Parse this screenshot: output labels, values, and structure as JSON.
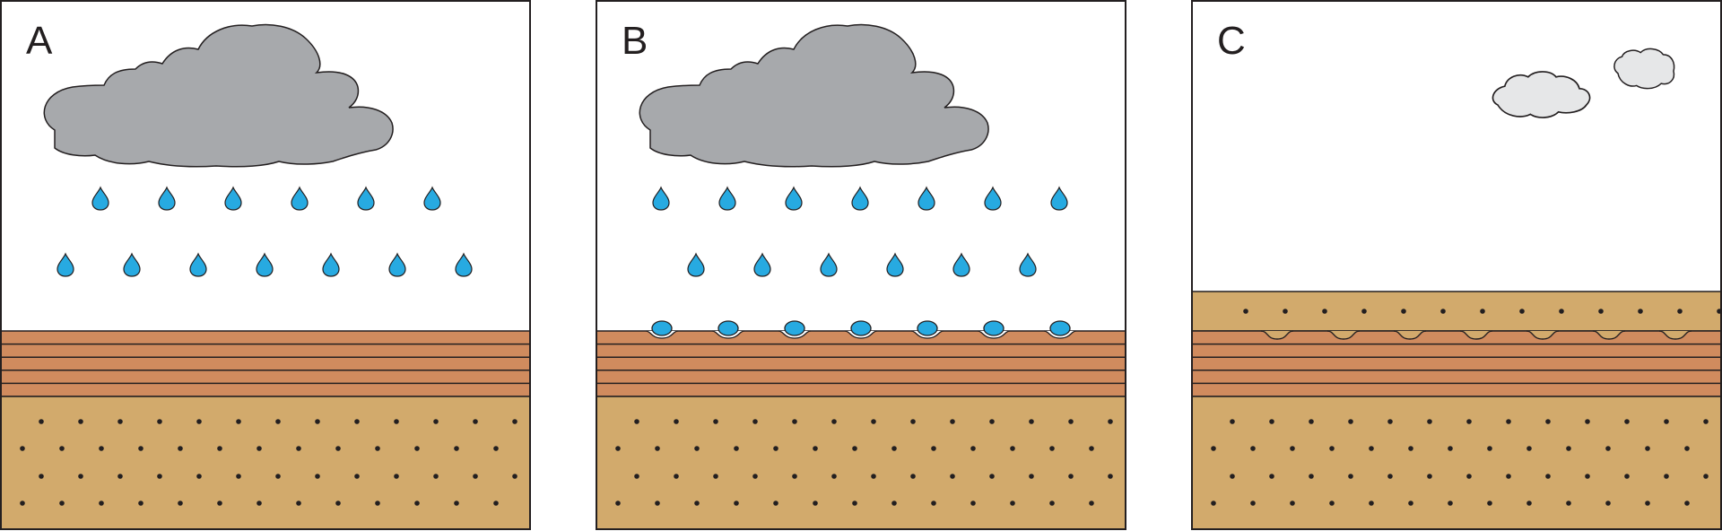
{
  "colors": {
    "cloud_dark": "#a7a9ac",
    "cloud_light": "#e6e7e8",
    "raindrop": "#27aae1",
    "clay_layer": "#d08b5e",
    "sand_layer": "#d2aa6c",
    "sand_dot": "#231f20",
    "outline": "#231f20",
    "background": "#ffffff"
  },
  "panels": [
    {
      "label": "A",
      "sky": "storm-cloud",
      "raindrop_rows": [
        6,
        7
      ],
      "surface_drops": 0,
      "clay_laminae": 4,
      "new_sand_cover": false,
      "imprints": 0
    },
    {
      "label": "B",
      "sky": "storm-cloud",
      "raindrop_rows": [
        7,
        6
      ],
      "surface_drops": 7,
      "clay_laminae": 4,
      "new_sand_cover": false,
      "imprints": 0
    },
    {
      "label": "C",
      "sky": "two-small-clouds",
      "raindrop_rows": [],
      "surface_drops": 0,
      "clay_laminae": 4,
      "new_sand_cover": true,
      "imprints": 7
    }
  ]
}
